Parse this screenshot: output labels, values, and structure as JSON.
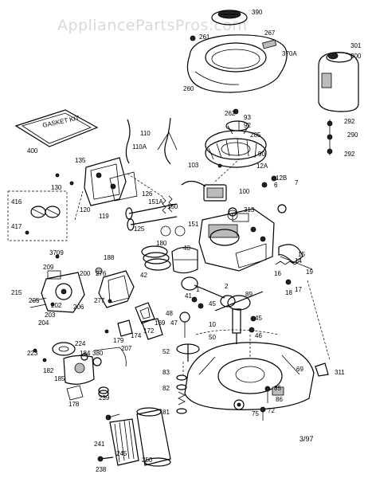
{
  "watermark": "AppliancePartsPros.com",
  "date_code": "3/97",
  "gasket_kit_text": "GASKET KIT",
  "callouts": {
    "c390": "390",
    "c261": "261",
    "c267": "267",
    "c370a": "370A",
    "c301": "301",
    "c300": "300",
    "c260": "260",
    "c262": "262",
    "c93": "93",
    "c92": "92",
    "c285": "285",
    "c292a": "292",
    "c290": "290",
    "c292b": "292",
    "c110": "110",
    "c110a": "110A",
    "c90": "90",
    "c400": "400",
    "c135": "135",
    "c103": "103",
    "c12a": "12A",
    "c12b": "12B",
    "c130": "130",
    "c6": "6",
    "c7": "7",
    "c120": "120",
    "c100": "100",
    "c126": "126",
    "c151a": "151A",
    "c150": "150",
    "c416": "416",
    "c119": "119",
    "c313": "313",
    "c125": "125",
    "c417": "417",
    "c151": "151",
    "c180": "180",
    "c40": "40",
    "c3709": "3709",
    "c188": "188",
    "c209": "209",
    "c200": "200",
    "c42": "42",
    "c15": "15",
    "c14": "14",
    "c276": "276",
    "c19": "19",
    "c16": "16",
    "c215": "215",
    "c205": "205",
    "c202": "202",
    "c206": "206",
    "c203": "203",
    "c204": "204",
    "c41": "41",
    "c1": "1",
    "c45": "45",
    "c2": "2",
    "c89": "89",
    "c18": "18",
    "c17": "17",
    "c277": "277",
    "c169": "169",
    "c48": "48",
    "c47": "47",
    "c172": "172",
    "c179": "179",
    "c174": "174",
    "c10": "10",
    "c50": "50",
    "c45b": "45",
    "c46": "46",
    "c224": "224",
    "c223": "223",
    "c207": "207",
    "c52": "52",
    "c184": "184",
    "c380": "380",
    "c182": "182",
    "c185": "185",
    "c83": "83",
    "c69": "69",
    "c311": "311",
    "c239": "239",
    "c178": "178",
    "c82": "82",
    "c85": "85",
    "c86": "86",
    "c81": "81",
    "c75": "75",
    "c72": "72",
    "c241": "241",
    "c245": "245",
    "c250": "250",
    "c238": "238"
  }
}
